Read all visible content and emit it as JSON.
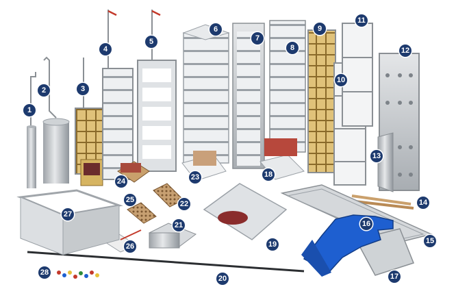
{
  "badges": [
    "1",
    "2",
    "3",
    "4",
    "5",
    "6",
    "7",
    "8",
    "9",
    "10",
    "11",
    "12",
    "13",
    "14",
    "15",
    "16",
    "17",
    "18",
    "19",
    "20",
    "21",
    "22",
    "23",
    "24",
    "25",
    "26",
    "27",
    "28"
  ],
  "colors": {
    "badge": "#1d3a6e",
    "metal": "#c9ccd0",
    "glove": "#1e5fd0",
    "box": "#d9b765"
  }
}
